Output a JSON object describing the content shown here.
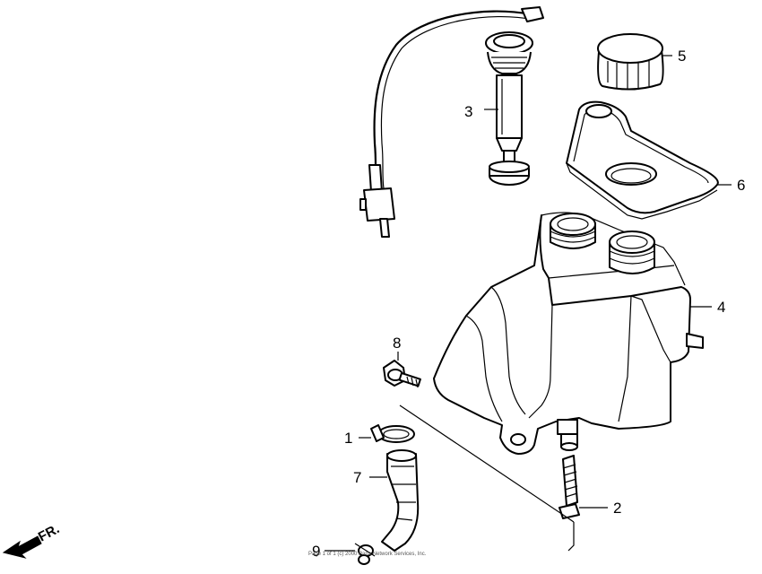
{
  "callouts": {
    "c1": "1",
    "c2": "2",
    "c3": "3",
    "c4": "4",
    "c5": "5",
    "c6": "6",
    "c7": "7",
    "c8": "8",
    "c9": "9"
  },
  "direction": {
    "text": "FR."
  },
  "footer": {
    "text": "Page 1 of 1 (c) 2000 Parts Network Services, Inc."
  },
  "icons": {
    "front": "arrow-front-icon"
  }
}
